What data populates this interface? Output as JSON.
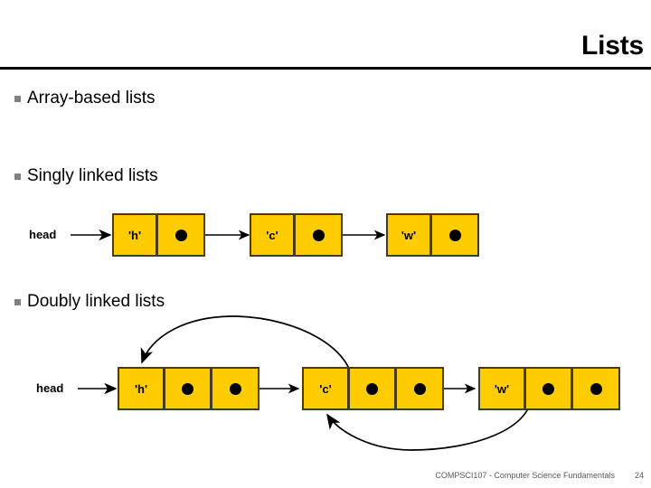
{
  "slide": {
    "title": "Lists",
    "footer_text": "COMPSCI107 - Computer Science Fundamentals",
    "page_number": "24"
  },
  "bullets": [
    {
      "label": "Array-based lists",
      "marker": "square-bullet-icon"
    },
    {
      "label": "Singly linked lists",
      "marker": "square-bullet-icon"
    },
    {
      "label": "Doubly linked lists",
      "marker": "square-bullet-icon"
    }
  ],
  "colors": {
    "node_fill": "#FFCC00",
    "node_border": "#4A3B18",
    "pointer_dot": "#000000",
    "arrow": "#000000",
    "bullet_marker": "#808080",
    "title_rule": "#000000",
    "footer_text": "#5A5A5A"
  },
  "singly_linked_list": {
    "head_label": "head",
    "nodes": [
      {
        "value": "'h'",
        "pointer": "next-pointer-dot",
        "has_next_arrow": true
      },
      {
        "value": "'c'",
        "pointer": "next-pointer-dot",
        "has_next_arrow": true
      },
      {
        "value": "'w'",
        "pointer": "next-pointer-dot",
        "has_next_arrow": false
      }
    ]
  },
  "doubly_linked_list": {
    "head_label": "head",
    "nodes": [
      {
        "value": "'h'",
        "prev_pointer": "prev-pointer-dot",
        "next_pointer": "next-pointer-dot",
        "has_next_arrow": true,
        "has_prev_arrow": false
      },
      {
        "value": "'c'",
        "prev_pointer": "prev-pointer-dot",
        "next_pointer": "next-pointer-dot",
        "has_next_arrow": true,
        "has_prev_arrow": true
      },
      {
        "value": "'w'",
        "prev_pointer": "prev-pointer-dot",
        "next_pointer": "next-pointer-dot",
        "has_next_arrow": false,
        "has_prev_arrow": true
      }
    ]
  }
}
